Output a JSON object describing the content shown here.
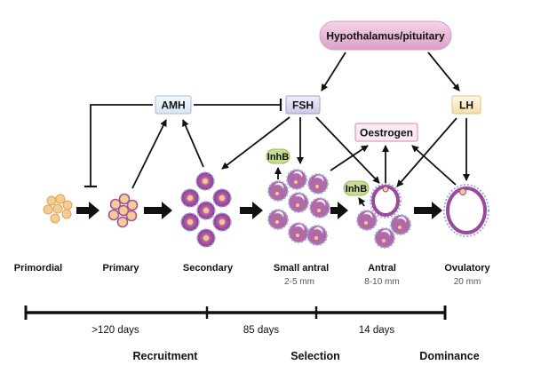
{
  "hormones": {
    "hypothalamus": "Hypothalamus/pituitary",
    "amh": "AMH",
    "fsh": "FSH",
    "lh": "LH",
    "oestrogen": "Oestrogen",
    "inhb1": "InhB",
    "inhb2": "InhB"
  },
  "stages": [
    {
      "name": "Primordial",
      "size": ""
    },
    {
      "name": "Primary",
      "size": ""
    },
    {
      "name": "Secondary",
      "size": ""
    },
    {
      "name": "Small antral",
      "size": "2-5 mm"
    },
    {
      "name": "Antral",
      "size": "8-10 mm"
    },
    {
      "name": "Ovulatory",
      "size": "20 mm"
    }
  ],
  "timeline": {
    "segments": [
      ">120 days",
      "85 days",
      "14 days"
    ],
    "phases": [
      "Recruitment",
      "Selection",
      "Dominance"
    ]
  },
  "colors": {
    "hypothalamus_fill": "#e8b4d8",
    "amh_fill": "#e6eef8",
    "fsh_fill": "#ddd6ee",
    "lh_fill": "#fbecc8",
    "oestrogen_fill": "#fbeaf3",
    "inhb_fill": "#c7dc92",
    "follicle_purple": "#9a4a9a",
    "follicle_orange": "#f0c27a"
  }
}
